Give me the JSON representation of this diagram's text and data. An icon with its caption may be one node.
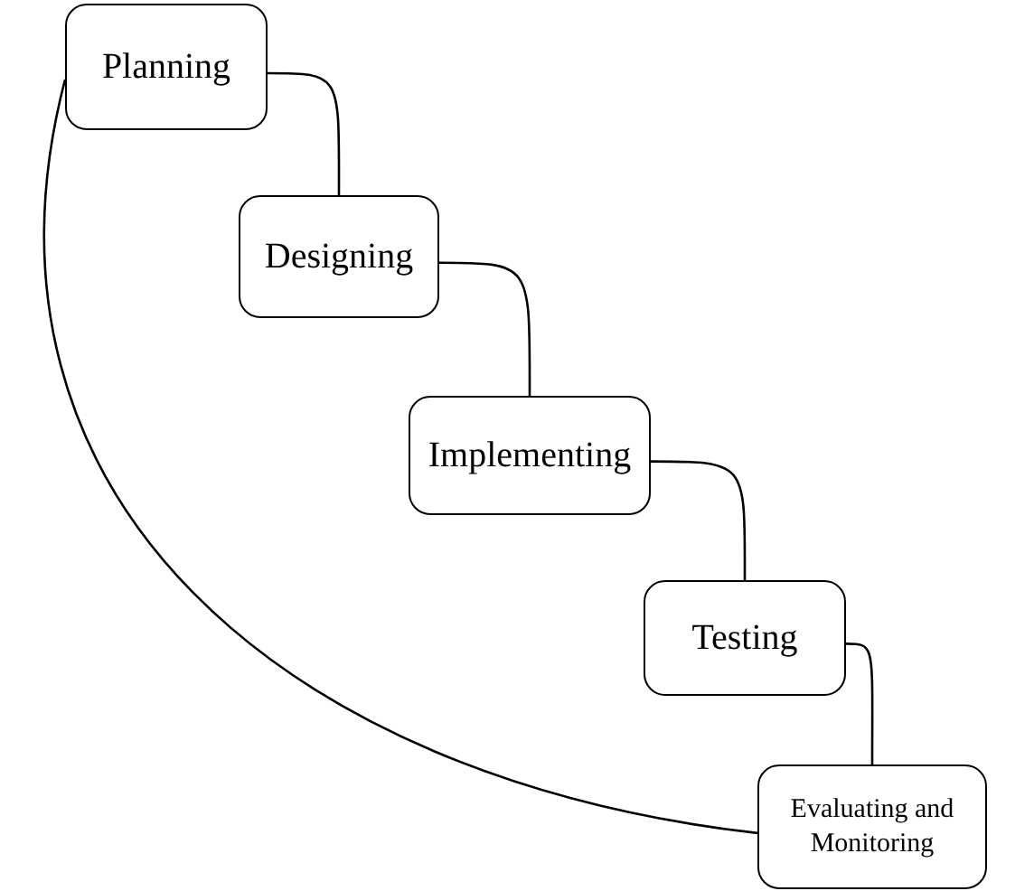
{
  "diagram": {
    "nodes": [
      {
        "text": [
          "Planning"
        ]
      },
      {
        "text": [
          "Designing"
        ]
      },
      {
        "text": [
          "Implementing"
        ]
      },
      {
        "text": [
          "Testing"
        ]
      },
      {
        "text": [
          "Evaluating and Monitoring"
        ]
      }
    ],
    "edges": [
      {
        "from": 0,
        "to": 1,
        "arrow": "none"
      },
      {
        "from": 1,
        "to": 2,
        "arrow": "none"
      },
      {
        "from": 2,
        "to": 3,
        "arrow": "none"
      },
      {
        "from": 3,
        "to": 4,
        "arrow": "none"
      },
      {
        "from": 0,
        "to": 4,
        "arrow": "none"
      }
    ]
  }
}
